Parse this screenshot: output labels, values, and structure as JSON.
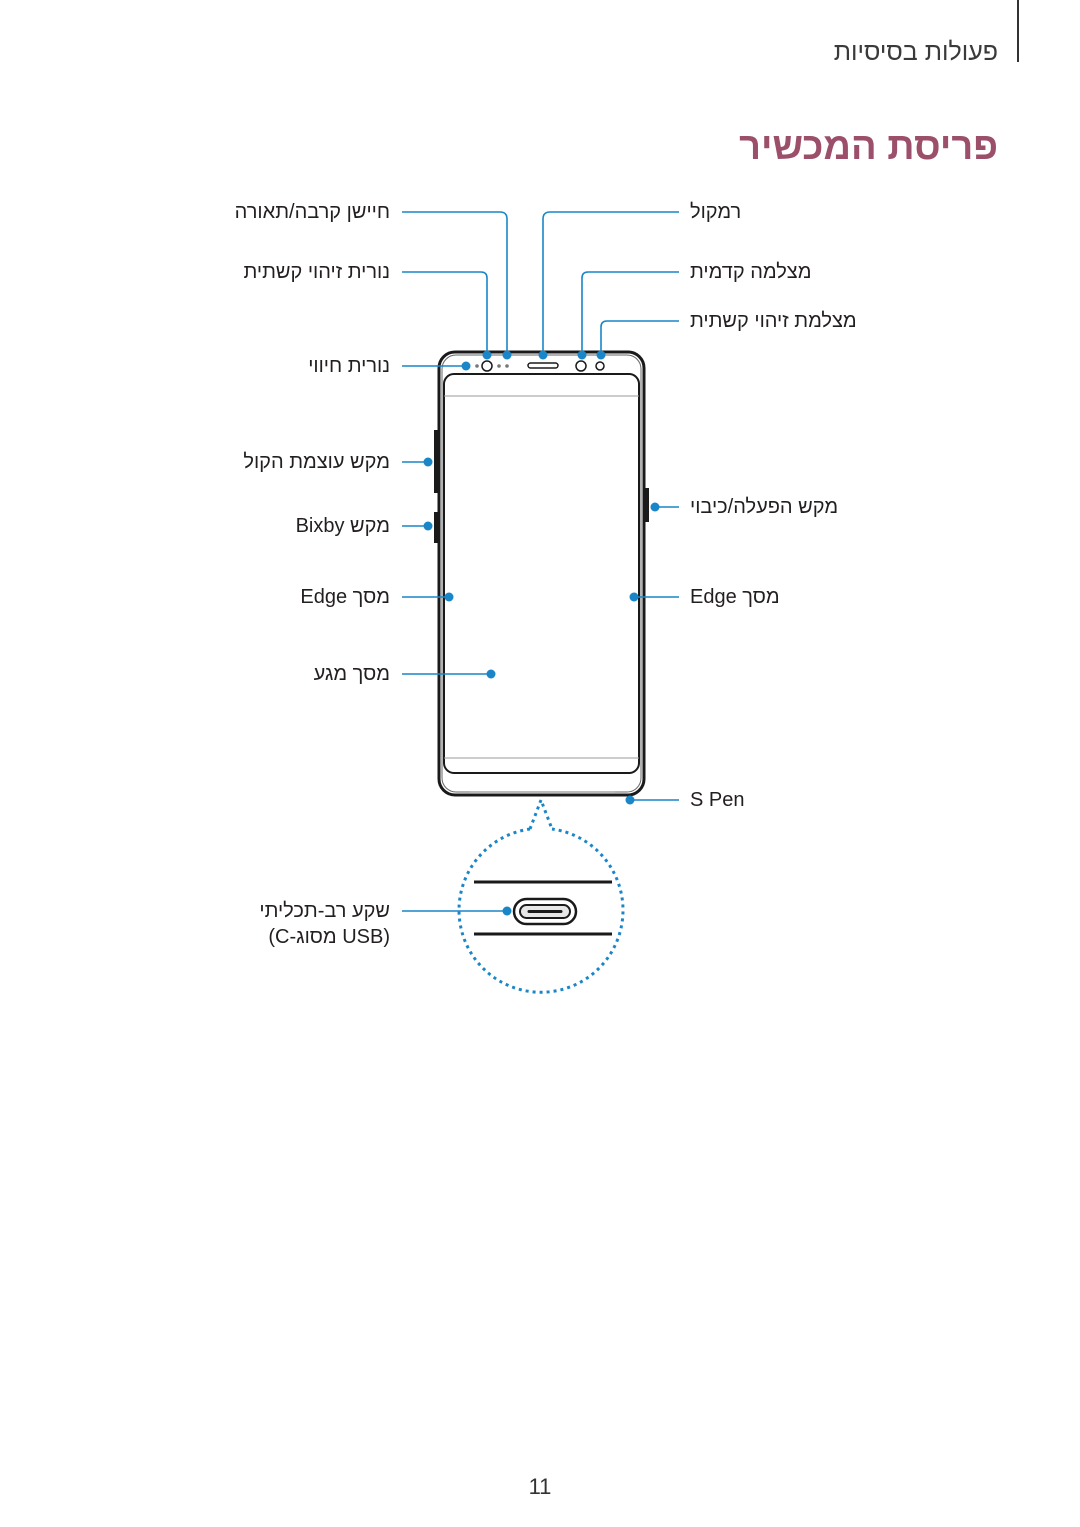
{
  "header": {
    "section_title": "פעולות בסיסיות",
    "page_title": "פריסת המכשיר"
  },
  "labels_left": {
    "light_sensor": "חיישן קרבה/תאורה",
    "iris_led": "נורית זיהוי קשתית",
    "notification_led": "נורית חיווי",
    "volume_key": "מקש עוצמת הקול",
    "bixby_key": "מקש Bixby",
    "edge_screen_left": "מסך Edge",
    "touchscreen": "מסך מגע",
    "usb_port_line1": "שקע רב-תכליתי",
    "usb_port_line2": "(USB מסוג-C)"
  },
  "labels_right": {
    "speaker": "רמקול",
    "front_camera": "מצלמה קדמית",
    "iris_camera": "מצלמת זיהוי קשתית",
    "power_key": "מקש הפעלה/כיבוי",
    "edge_screen_right": "מסך Edge",
    "s_pen": "S Pen"
  },
  "colors": {
    "accent_heading": "#9c4f6a",
    "callout_blue": "#1a86c8"
  },
  "page_number": "11"
}
